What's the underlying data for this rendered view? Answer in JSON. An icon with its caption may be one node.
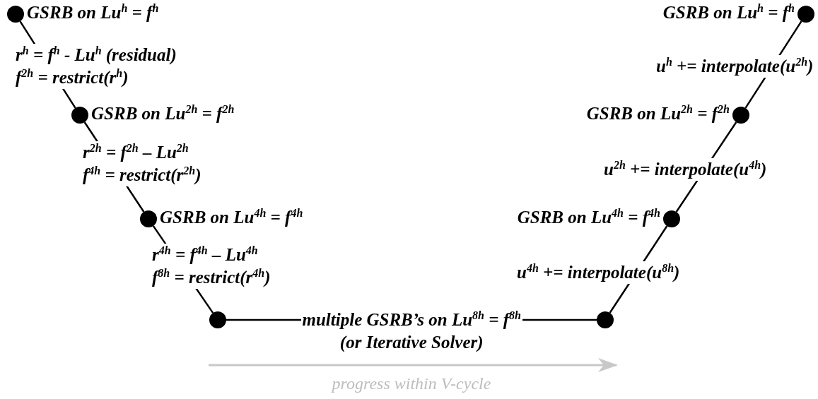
{
  "diagram": {
    "nodes": [
      {
        "text": [],
        "shape": "circle",
        "beside": [
          "GSRB on Lu$^{h}$ = f$^{h}$"
        ]
      },
      {
        "text": [],
        "shape": "circle",
        "beside": [
          "GSRB on Lu$^{2h}$ = f$^{2h}$"
        ]
      },
      {
        "text": [],
        "shape": "circle",
        "beside": [
          "GSRB on Lu$^{4h}$ = f$^{4h}$"
        ]
      },
      {
        "text": [],
        "shape": "circle"
      },
      {
        "text": [],
        "shape": "circle"
      },
      {
        "text": [],
        "shape": "circle",
        "beside": [
          "GSRB on Lu$^{4h}$ = f$^{4h}$"
        ]
      },
      {
        "text": [],
        "shape": "circle",
        "beside": [
          "GSRB on Lu$^{2h}$ = f$^{2h}$"
        ]
      },
      {
        "text": [],
        "shape": "circle",
        "beside": [
          "GSRB on Lu$^{h}$ = f$^{h}$"
        ]
      }
    ],
    "edges": [
      {
        "from": 0,
        "to": 1,
        "arrow": "none",
        "label": "r$^{h}$ = f$^{h}$ - Lu$^{h}$ (residual) f$^{2h}$ = restrict(r$^{h}$)"
      },
      {
        "from": 1,
        "to": 2,
        "arrow": "none",
        "label": "r$^{2h}$ = f$^{2h}$ – Lu$^{2h}$ f$^{4h}$ = restrict(r$^{2h}$)"
      },
      {
        "from": 2,
        "to": 3,
        "arrow": "none",
        "label": "r$^{4h}$ = f$^{4h}$ – Lu$^{4h}$ f$^{8h}$ = restrict(r$^{4h}$)"
      },
      {
        "from": 3,
        "to": 4,
        "arrow": "none",
        "label": "multiple GSRB’s on Lu$^{8h}$ = f$^{8h}$ (or Iterative Solver)"
      },
      {
        "from": 4,
        "to": 5,
        "arrow": "none",
        "label": "u$^{4h}$ += interpolate(u$^{8h}$)"
      },
      {
        "from": 5,
        "to": 6,
        "arrow": "none",
        "label": "u$^{2h}$ += interpolate(u$^{4h}$)"
      },
      {
        "from": 6,
        "to": 7,
        "arrow": "none",
        "label": "u$^{h}$ += interpolate(u$^{2h}$)"
      }
    ],
    "labels": [
      "progress within V-cycle"
    ]
  }
}
